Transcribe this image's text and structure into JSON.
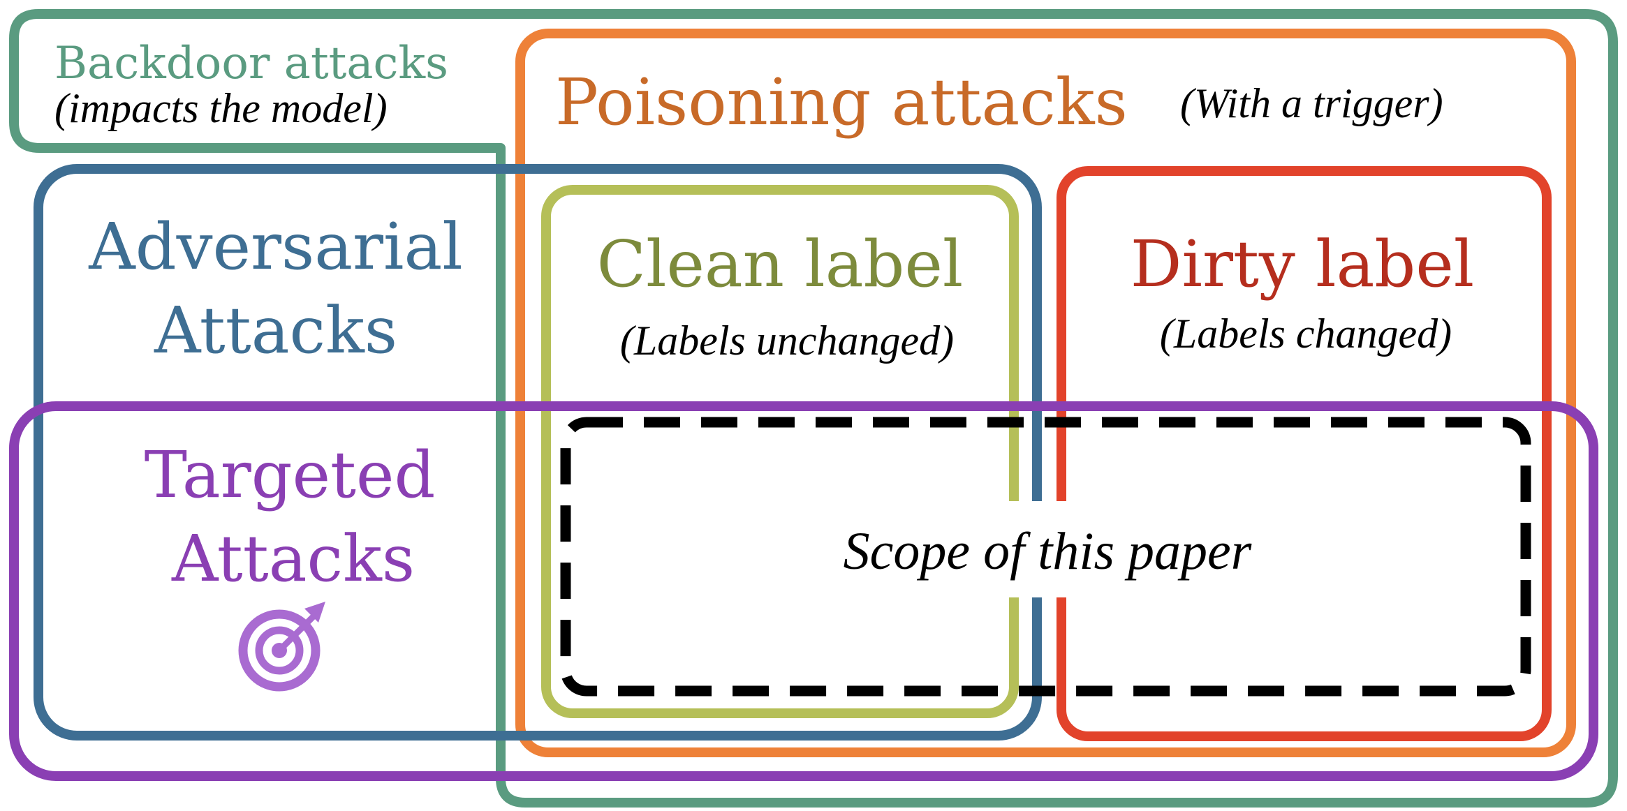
{
  "diagram": {
    "backdoor": {
      "title": "Backdoor attacks",
      "subtitle": "(impacts the model)",
      "color": "#5a9b80"
    },
    "poisoning": {
      "title": "Poisoning attacks",
      "note": "(With a trigger)",
      "color": "#ee8138",
      "text_color": "#c86a28"
    },
    "adversarial": {
      "line1": "Adversarial",
      "line2": "Attacks",
      "color": "#3e6e93"
    },
    "clean_label": {
      "title": "Clean label",
      "subtitle": "(Labels unchanged)",
      "color": "#b5bf58",
      "text_color": "#7d8b3c"
    },
    "dirty_label": {
      "title": "Dirty label",
      "subtitle": "(Labels changed)",
      "color": "#e2432b",
      "text_color": "#b52e1e"
    },
    "targeted": {
      "line1": "Targeted",
      "line2": "Attacks",
      "icon": "target-icon",
      "color": "#8a3fb3",
      "icon_color": "#a96bd1"
    },
    "scope": {
      "label": "Scope of this paper",
      "color": "#000000"
    }
  }
}
